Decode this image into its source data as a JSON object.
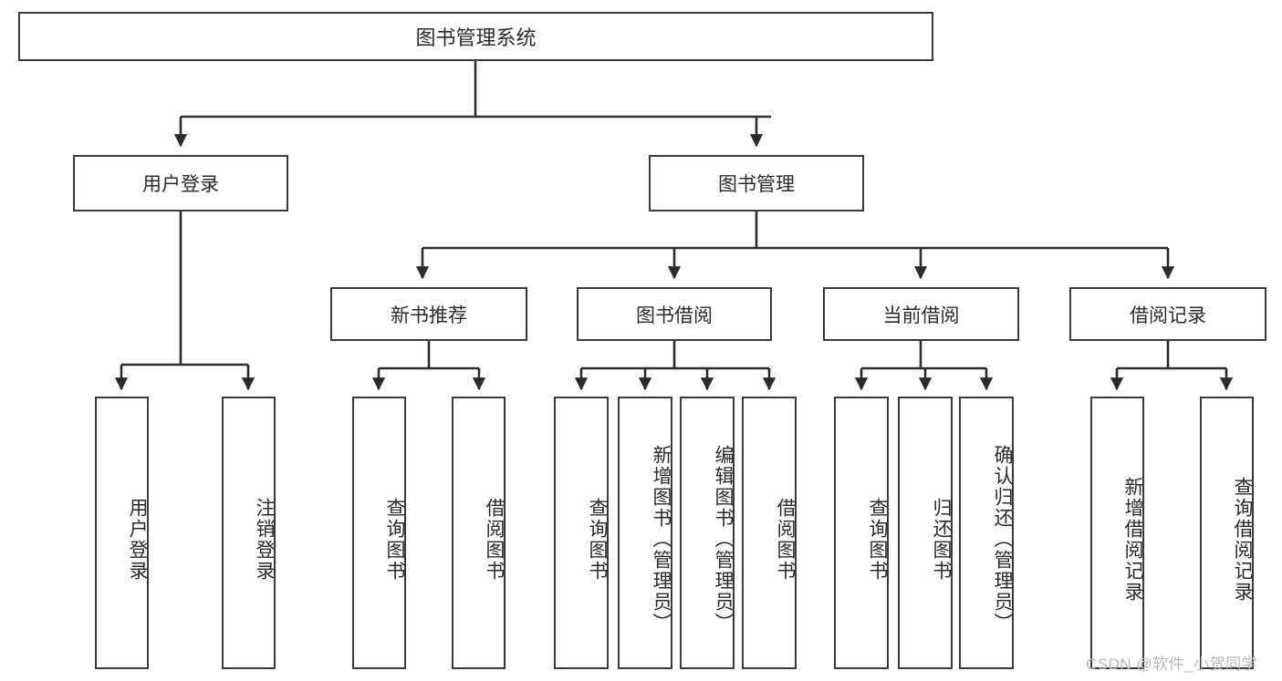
{
  "diagram": {
    "title": "图书管理系统",
    "type": "tree",
    "watermark": "CSDN @软件_小贺同学",
    "colors": {
      "box_border": "#3a3a3a",
      "box_fill": "#ffffff",
      "edge": "#2b2b2b",
      "text": "#2b2b2b",
      "watermark": "#b9b9b9"
    },
    "nodes": {
      "root": {
        "label": "图书管理系统"
      },
      "level2": [
        {
          "id": "user-login",
          "label": "用户登录"
        },
        {
          "id": "book-manage",
          "label": "图书管理"
        }
      ],
      "level3": [
        {
          "id": "new-book-recommend",
          "label": "新书推荐"
        },
        {
          "id": "book-borrow",
          "label": "图书借阅"
        },
        {
          "id": "current-borrow",
          "label": "当前借阅"
        },
        {
          "id": "borrow-record",
          "label": "借阅记录"
        }
      ],
      "leaves": {
        "user-login": [
          {
            "id": "leaf-user-login",
            "label": "用户登录"
          },
          {
            "id": "leaf-logout",
            "label": "注销登录"
          }
        ],
        "new-book-recommend": [
          {
            "id": "leaf-query-book-1",
            "label": "查询图书"
          },
          {
            "id": "leaf-borrow-book-1",
            "label": "借阅图书"
          }
        ],
        "book-borrow": [
          {
            "id": "leaf-query-book-2",
            "label": "查询图书"
          },
          {
            "id": "leaf-add-book",
            "label": "新增图书（管理员）"
          },
          {
            "id": "leaf-edit-book",
            "label": "编辑图书（管理员）"
          },
          {
            "id": "leaf-borrow-book-2",
            "label": "借阅图书"
          }
        ],
        "current-borrow": [
          {
            "id": "leaf-query-book-3",
            "label": "查询图书"
          },
          {
            "id": "leaf-return-book",
            "label": "归还图书"
          },
          {
            "id": "leaf-confirm-return",
            "label": "确认归还（管理员）"
          }
        ],
        "borrow-record": [
          {
            "id": "leaf-add-record",
            "label": "新增借阅记录"
          },
          {
            "id": "leaf-query-record",
            "label": "查询借阅记录"
          }
        ]
      }
    }
  }
}
